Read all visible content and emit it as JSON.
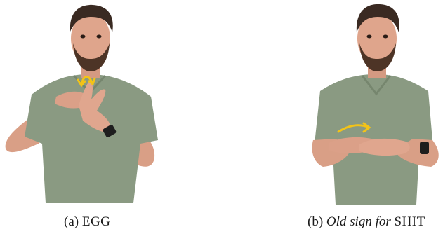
{
  "figure": {
    "panels": [
      {
        "id": "a",
        "caption_label": "(a)",
        "caption_italic": "",
        "caption_gloss": "EGG",
        "illustration": "signer-photo",
        "motion_arrow": {
          "icon": "double-headed-arrow-icon",
          "color": "#f2c318"
        }
      },
      {
        "id": "b",
        "caption_label": "(b)",
        "caption_italic": "Old sign for",
        "caption_gloss": "SHIT",
        "illustration": "signer-photo",
        "motion_arrow": {
          "icon": "curved-arrow-right-icon",
          "color": "#f2c318"
        }
      }
    ]
  },
  "colors": {
    "shirt": "#8a9a82",
    "skin": "#d99f86",
    "hair": "#3a2a22",
    "beard": "#4d3426",
    "arrow": "#f2c318",
    "watch": "#1e1e1e",
    "caption_text": "#1a1a1a"
  }
}
